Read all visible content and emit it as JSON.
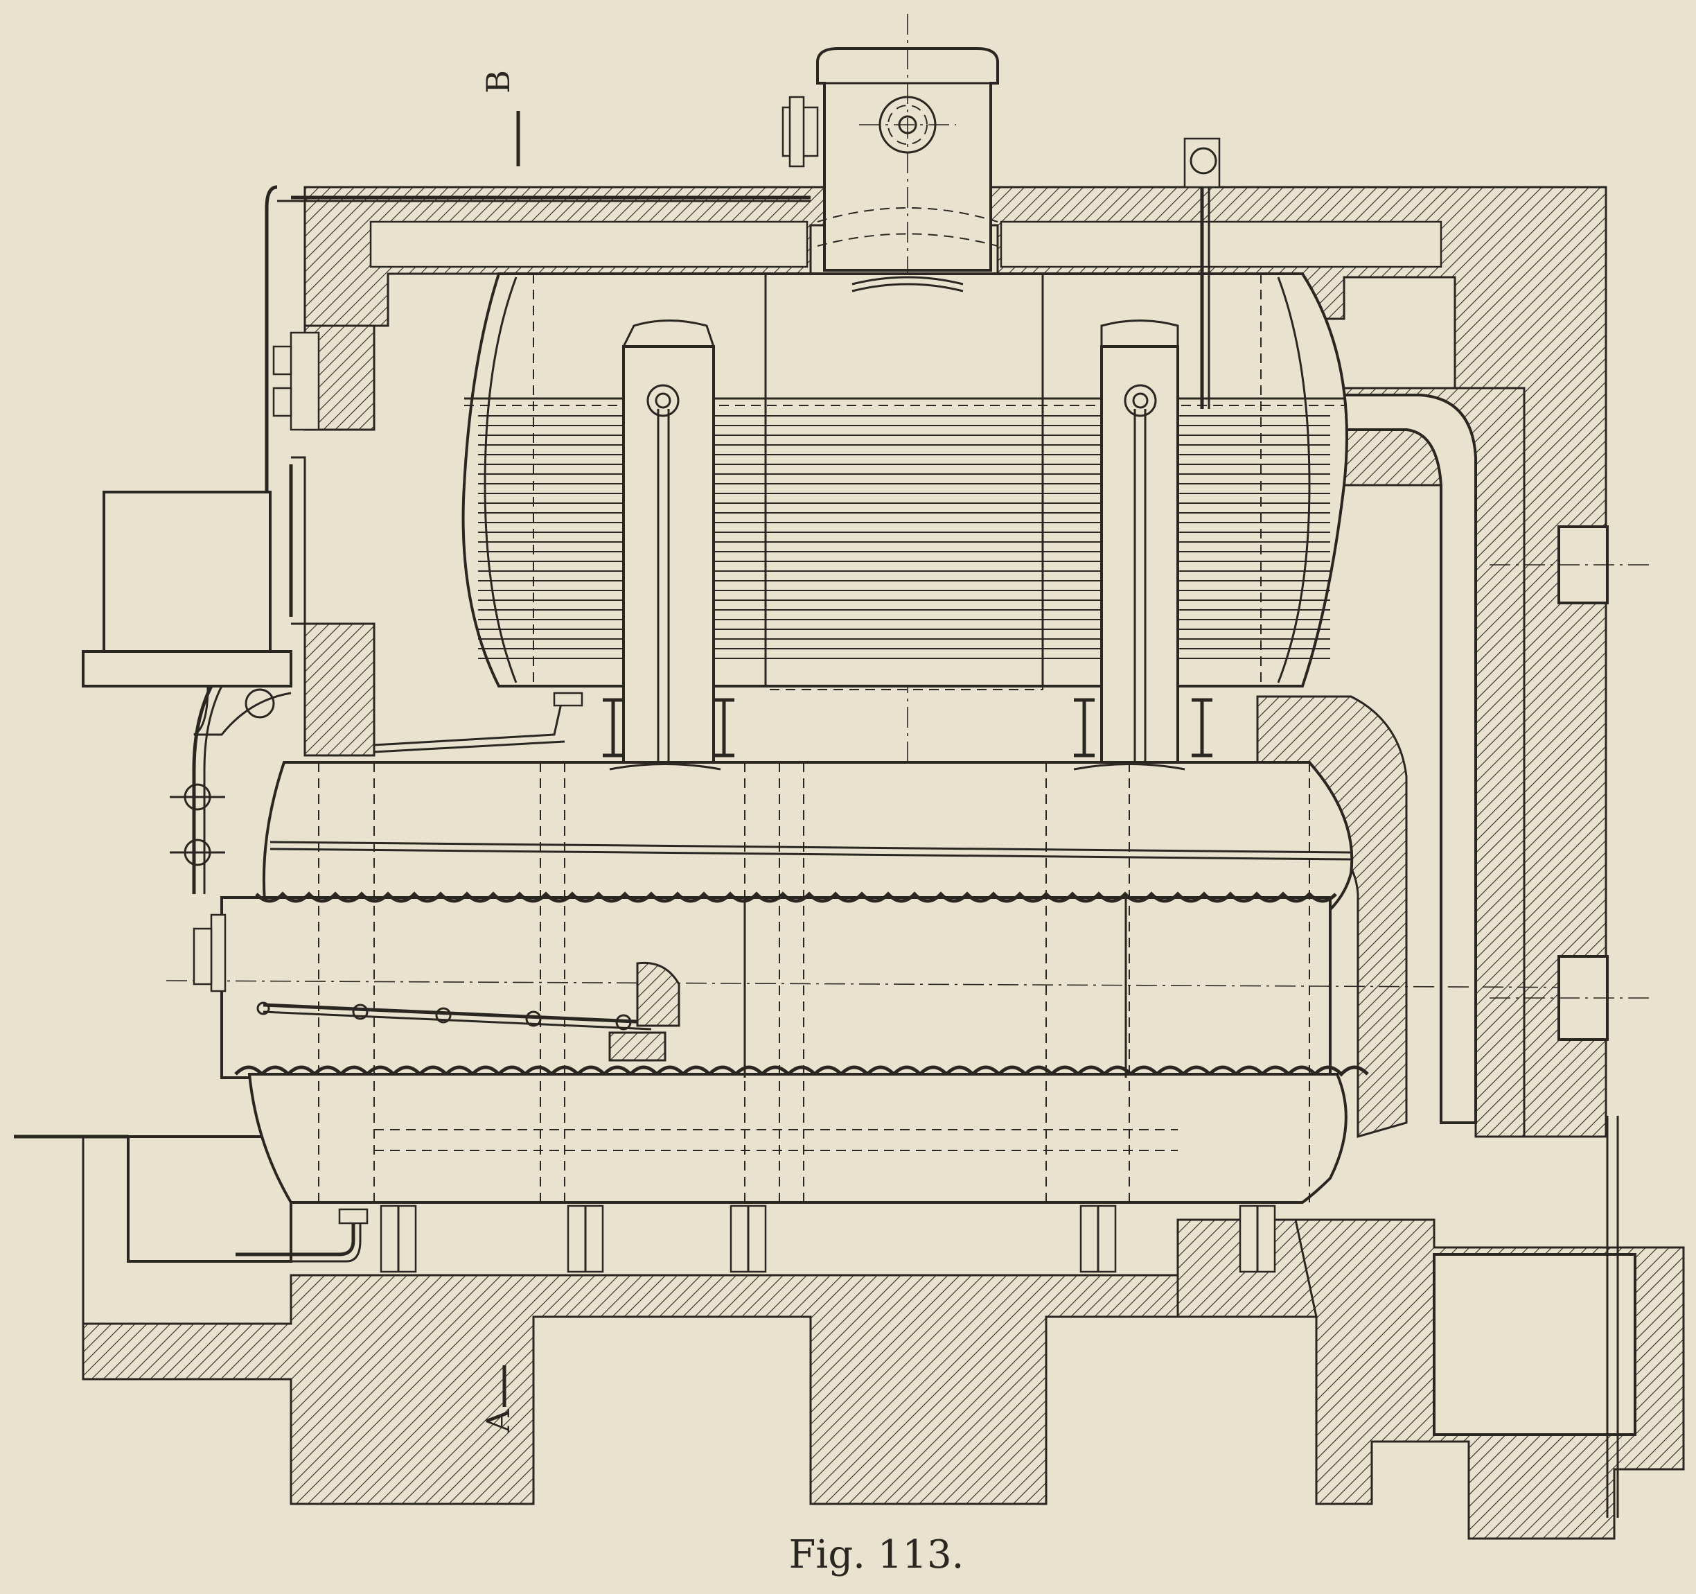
{
  "figure": {
    "caption": "Fig. 113.",
    "section_label_top": "B",
    "section_label_bottom": "A"
  },
  "colors": {
    "paper": "#e9e2cf",
    "ink": "#2a2621"
  }
}
